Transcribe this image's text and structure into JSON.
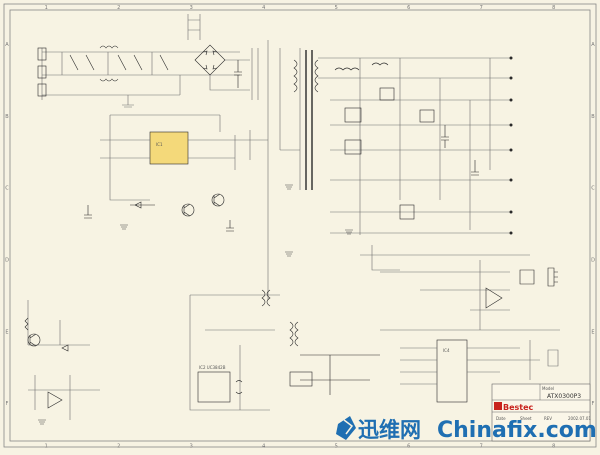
{
  "frame": {
    "columns": [
      "1",
      "2",
      "3",
      "4",
      "5",
      "6",
      "7",
      "8"
    ],
    "rows": [
      "A",
      "B",
      "C",
      "D",
      "E",
      "F"
    ]
  },
  "title_block": {
    "brand": "Bestec",
    "model_label": "Model",
    "model": "ATX0300P3",
    "fields": [
      "Date",
      "Sheet",
      "REV",
      "2002.07.01"
    ]
  },
  "ics": {
    "pwm": "IC1",
    "standby": "IC2 UC3842B",
    "supervisor": "IC4"
  },
  "watermark": {
    "cn": "迅维网",
    "en": "Chinafix.com"
  },
  "colors": {
    "wire": "#6e6e6e",
    "component": "#2a2a2a",
    "ic_fill": "#f4d97a",
    "brand_red": "#c8221c",
    "watermark": "#1f6fb2"
  }
}
